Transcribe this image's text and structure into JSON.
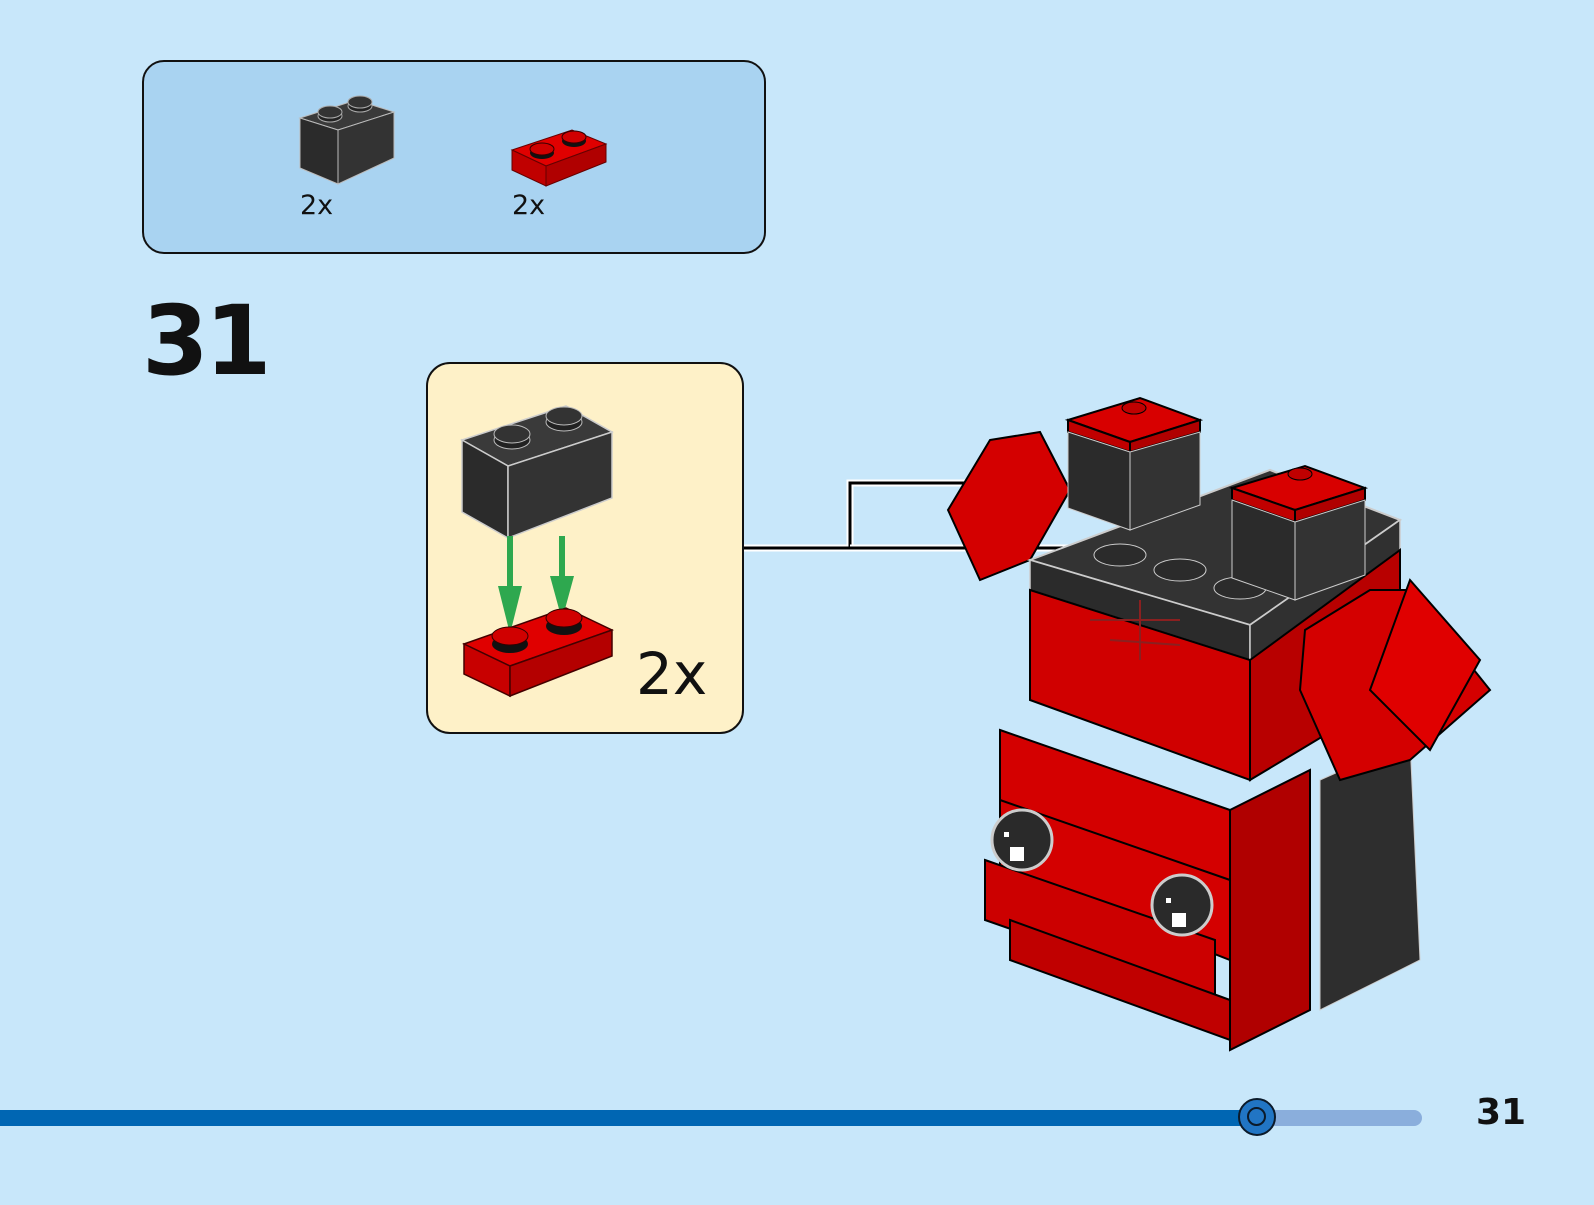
{
  "step": {
    "number": "31"
  },
  "parts_list": {
    "items": [
      {
        "name": "black-1x2-brick",
        "color": "#2f2f2f",
        "count": "2x"
      },
      {
        "name": "red-1x2-plate",
        "color": "#d80000",
        "count": "2x"
      }
    ]
  },
  "sub_assembly": {
    "count": "2x",
    "arrow_color": "#2ea84f"
  },
  "colors": {
    "background": "#c8e7fa",
    "parts_box": "#a9d3f1",
    "sub_box": "#fef1c8",
    "brick_black": "#2f2f2f",
    "brick_red": "#d80000",
    "progress_fill": "#0066b3",
    "progress_track": "#8aaedc"
  },
  "footer": {
    "progress_fraction": 0.884,
    "page_number": "31"
  }
}
